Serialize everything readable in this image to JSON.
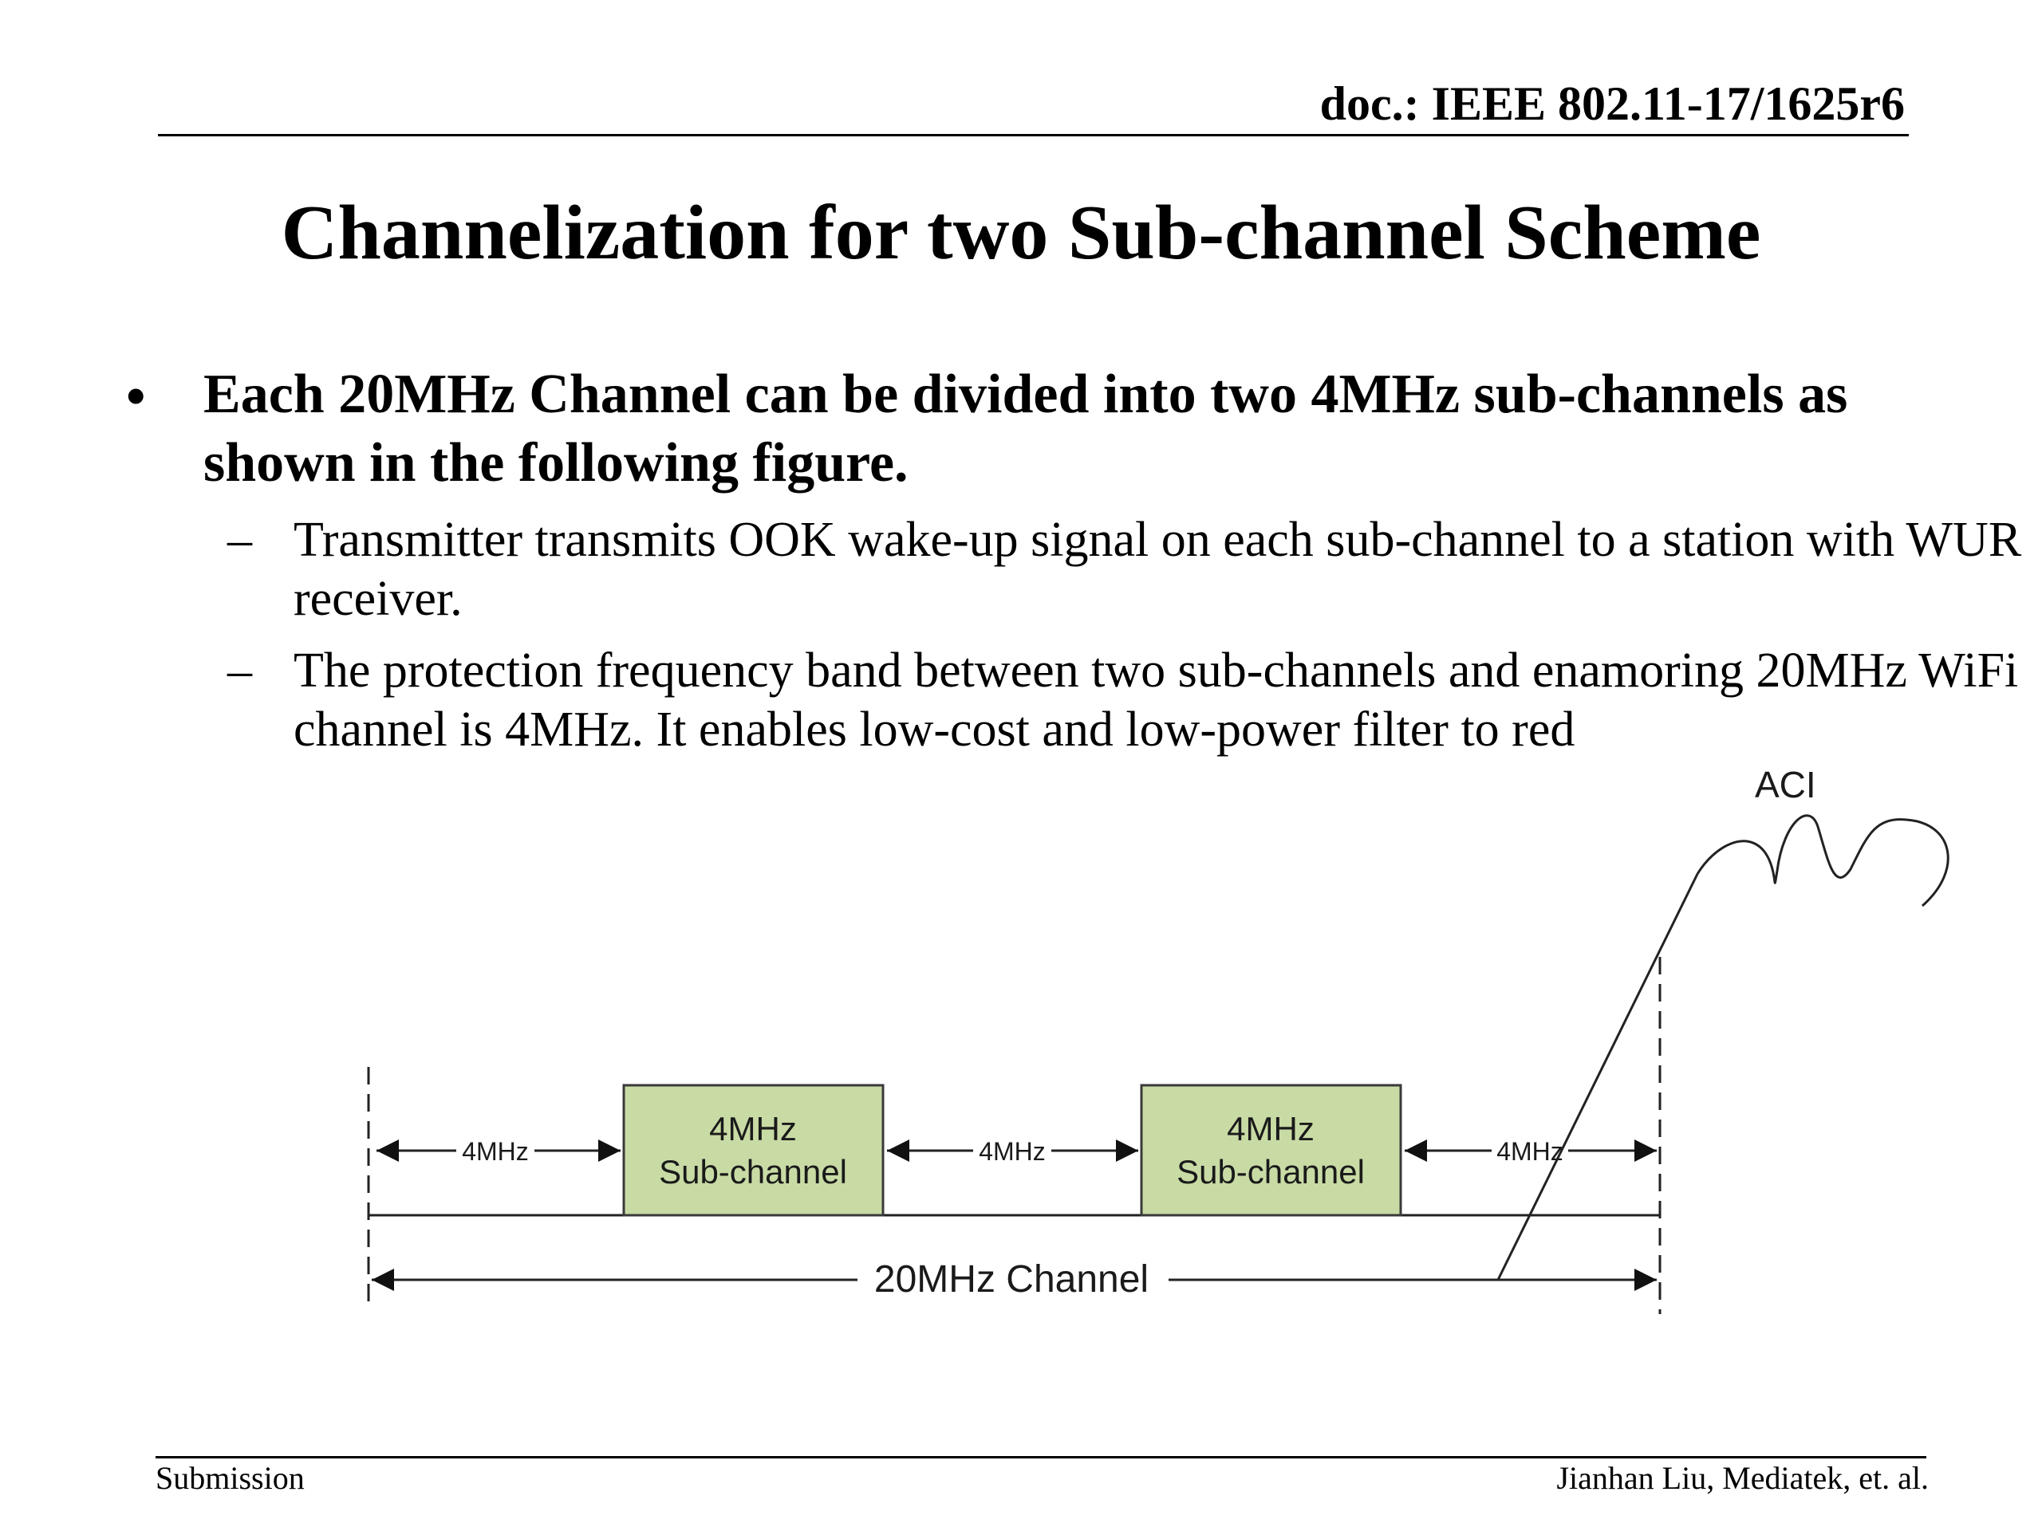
{
  "header": {
    "doc_number": "doc.: IEEE 802.11-17/1625r6"
  },
  "slide": {
    "title": "Channelization for two Sub-channel Scheme",
    "bullets": [
      {
        "symbol": "•",
        "text": "Each 20MHz Channel can be divided into two 4MHz sub-channels as shown in the following figure.",
        "sub_items": [
          {
            "symbol": "–",
            "text": "Transmitter transmits OOK wake-up signal on each sub-channel to a station with WUR receiver."
          },
          {
            "symbol": "–",
            "text": "The protection frequency band between two sub-channels and enamoring 20MHz WiFi channel is 4MHz. It enables low-cost and low-power filter to red"
          }
        ]
      }
    ]
  },
  "diagram": {
    "subchannel_boxes": [
      {
        "line1": "4MHz",
        "line2": "Sub-channel"
      },
      {
        "line1": "4MHz",
        "line2": "Sub-channel"
      }
    ],
    "guard_labels": [
      "4MHz",
      "4MHz",
      "4MHz"
    ],
    "channel_label": "20MHz Channel",
    "aci_label": "ACI",
    "box_fill": "#c9dba5",
    "box_stroke": "#3a3a3a"
  },
  "footer": {
    "left": "Submission",
    "right": "Jianhan Liu,  Mediatek, et. al."
  }
}
